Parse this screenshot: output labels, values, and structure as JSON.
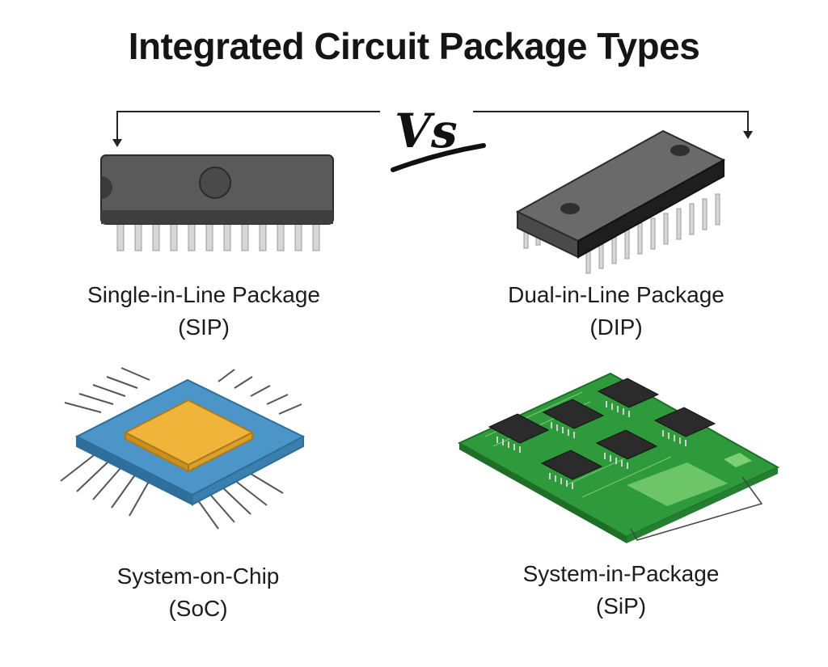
{
  "title": "Integrated Circuit Package Types",
  "vs_text": "Vs",
  "packages": [
    {
      "name": "Single-in-Line Package",
      "abbr": "(SIP)",
      "icon": "sip-chip-icon"
    },
    {
      "name": "Dual-in-Line Package",
      "abbr": "(DIP)",
      "icon": "dip-chip-icon"
    },
    {
      "name": "System-on-Chip",
      "abbr": "(SoC)",
      "icon": "soc-chip-icon"
    },
    {
      "name": "System-in-Package",
      "abbr": "(SiP)",
      "icon": "sip-board-icon"
    }
  ],
  "colors": {
    "chip_body": "#5a5a5a",
    "pin": "#c8c8c8",
    "soc_substrate": "#3f8fc4",
    "soc_die": "#f0b43a",
    "pcb": "#2f9a3c"
  }
}
